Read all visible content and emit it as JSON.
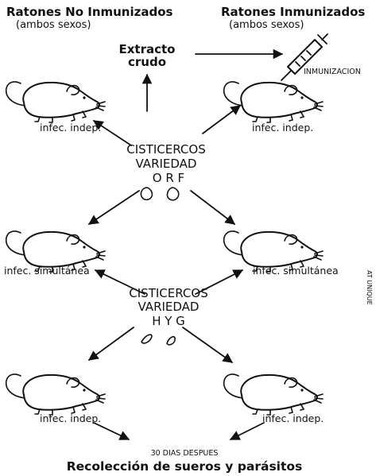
{
  "header": {
    "left_title": "Ratones No Inmunizados",
    "left_subtitle": "(ambos sexos)",
    "right_title": "Ratones Inmunizados",
    "right_subtitle": "(ambos sexos)"
  },
  "extract": {
    "line1": "Extracto",
    "line2": "crudo"
  },
  "immunization_label": "INMUNIZACION",
  "strain_orf": {
    "line1": "CISTICERCOS",
    "line2": "VARIEDAD",
    "code": "O R F"
  },
  "strain_hyg": {
    "line1": "CISTICERCOS",
    "line2": "VARIEDAD",
    "code": "H Y G"
  },
  "mouse_labels": {
    "top_left": "infec. indep.",
    "top_right": "infec. indep.",
    "middle_left": "infec. simultánea",
    "middle_right": "infec. simultánea",
    "bottom_left": "infec. indep.",
    "bottom_right": "infec. indep."
  },
  "footer": {
    "note": "30 DIAS DESPUES",
    "title": "Recolección de sueros y parásitos"
  },
  "margin_mark": "AT UNIQUE"
}
